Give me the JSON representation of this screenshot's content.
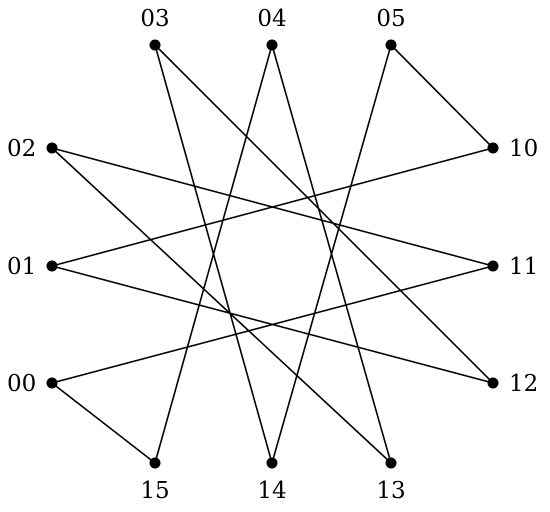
{
  "diagram": {
    "nodes": [
      {
        "id": "00",
        "label": "00"
      },
      {
        "id": "01",
        "label": "01"
      },
      {
        "id": "02",
        "label": "02"
      },
      {
        "id": "03",
        "label": "03"
      },
      {
        "id": "04",
        "label": "04"
      },
      {
        "id": "05",
        "label": "05"
      },
      {
        "id": "10",
        "label": "10"
      },
      {
        "id": "11",
        "label": "11"
      },
      {
        "id": "12",
        "label": "12"
      },
      {
        "id": "13",
        "label": "13"
      },
      {
        "id": "14",
        "label": "14"
      },
      {
        "id": "15",
        "label": "15"
      }
    ],
    "edges": [
      {
        "from": "00",
        "to": "15"
      },
      {
        "from": "00",
        "to": "11"
      },
      {
        "from": "01",
        "to": "10"
      },
      {
        "from": "01",
        "to": "12"
      },
      {
        "from": "02",
        "to": "11"
      },
      {
        "from": "02",
        "to": "13"
      },
      {
        "from": "03",
        "to": "14"
      },
      {
        "from": "03",
        "to": "12"
      },
      {
        "from": "04",
        "to": "15"
      },
      {
        "from": "04",
        "to": "13"
      },
      {
        "from": "05",
        "to": "14"
      },
      {
        "from": "05",
        "to": "10"
      }
    ],
    "colors": {
      "stroke": "#000000",
      "node": "#000000",
      "background": "#ffffff"
    }
  }
}
